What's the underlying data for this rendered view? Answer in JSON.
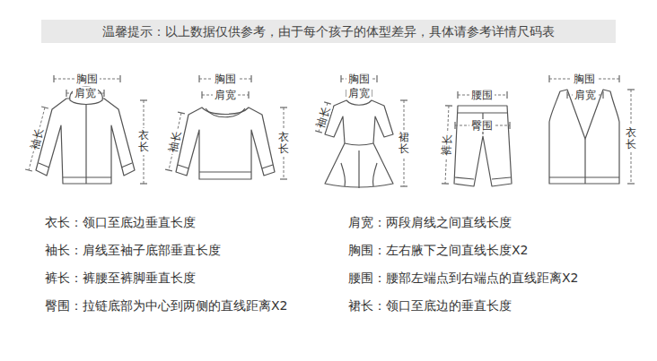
{
  "diagram": {
    "nodes": [
      {
        "text": [
          "温馨提示：以上数据仅供参考，由于每个孩子的体型差异，具体请参考详情尺码表"
        ]
      }
    ],
    "labels": [
      "胸围",
      "肩宽",
      "袖长",
      "衣长",
      "胸围",
      "肩宽",
      "袖长",
      "衣长",
      "胸围",
      "肩宽",
      "袖长",
      "裙长",
      "腰围",
      "臀围",
      "裤长",
      "胸围",
      "肩宽",
      "衣长",
      "衣长：领口至底边垂直长度",
      "肩宽：两段肩线之间直线长度",
      "袖长：肩线至袖子底部垂直长度",
      "胸围：左右腋下之间直线长度X2",
      "裤长：裤腰至裤脚垂直长度",
      "腰围：腰部左端点到右端点的直线距离X2",
      "臀围：拉链底部为中心到两侧的直线距离X2",
      "裙长：领口至底边的垂直长度"
    ]
  }
}
